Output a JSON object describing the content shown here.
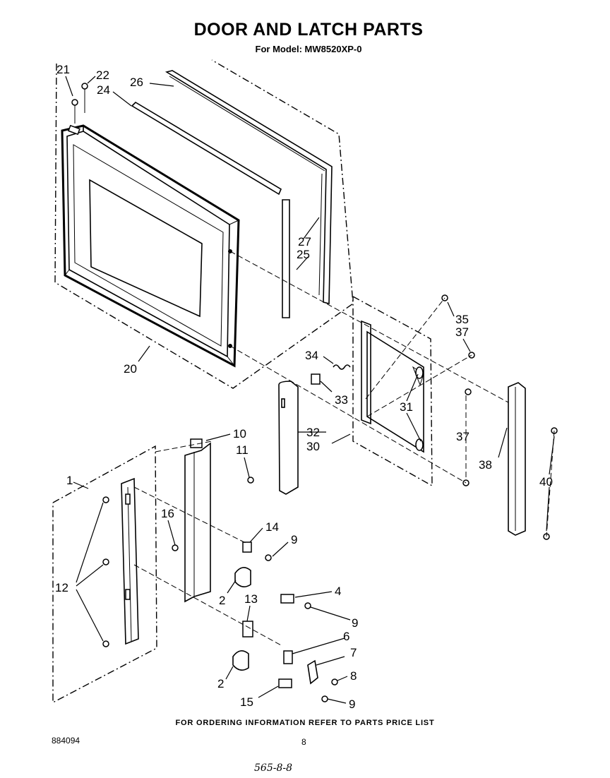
{
  "header": {
    "title": "DOOR AND LATCH PARTS",
    "subtitle": "For Model: MW8520XP-0"
  },
  "callouts": {
    "c21": "21",
    "c22": "22",
    "c24": "24",
    "c26": "26",
    "c27": "27",
    "c25": "25",
    "c20": "20",
    "c35": "35",
    "c37a": "37",
    "c34": "34",
    "c33": "33",
    "c31": "31",
    "c37b": "37",
    "c32": "32",
    "c30": "30",
    "c38": "38",
    "c40": "40",
    "c10": "10",
    "c11": "11",
    "c1": "1",
    "c16": "16",
    "c14": "14",
    "c9a": "9",
    "c12": "12",
    "c4": "4",
    "c2a": "2",
    "c13": "13",
    "c9b": "9",
    "c6": "6",
    "c7": "7",
    "c8": "8",
    "c2b": "2",
    "c15": "15",
    "c9c": "9"
  },
  "footer": {
    "note": "FOR ORDERING INFORMATION REFER TO PARTS PRICE LIST",
    "doc_number": "884094",
    "page_number": "8",
    "handwritten": "565-8-8"
  }
}
